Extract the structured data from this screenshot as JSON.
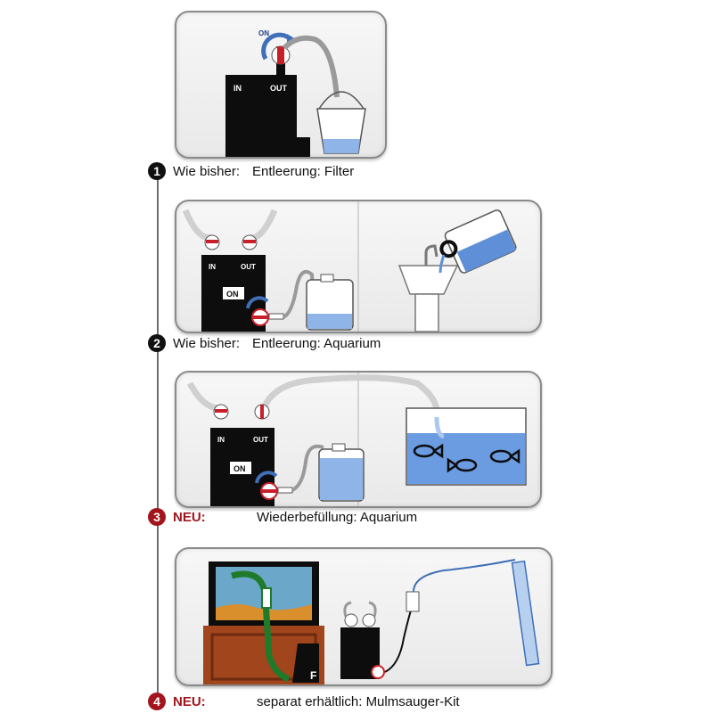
{
  "steps": [
    {
      "number": "1",
      "prefix": "Wie bisher:",
      "text": "Entleerung: Filter",
      "is_new": false
    },
    {
      "number": "2",
      "prefix": "Wie bisher:",
      "text": "Entleerung: Aquarium",
      "is_new": false
    },
    {
      "number": "3",
      "prefix": "NEU:",
      "text": "Wiederbefüllung: Aquarium",
      "is_new": true
    },
    {
      "number": "4",
      "prefix": "NEU:",
      "text": "separat erhältlich: Mulmsauger-Kit",
      "is_new": true
    }
  ],
  "labels": {
    "in": "IN",
    "out": "OUT",
    "on_switch": "ON",
    "on_button": "ON",
    "filter_letter": "F"
  },
  "colors": {
    "new_accent": "#a3151c",
    "water": "#5f8fd6",
    "hose": "#9a9a9a",
    "valve_red": "#c8202a"
  },
  "icons": [
    "valve-knob-icon",
    "rotate-arrow-icon",
    "bucket-icon",
    "canister-icon",
    "sink-icon",
    "fish-icon",
    "vacuum-tube-icon"
  ]
}
